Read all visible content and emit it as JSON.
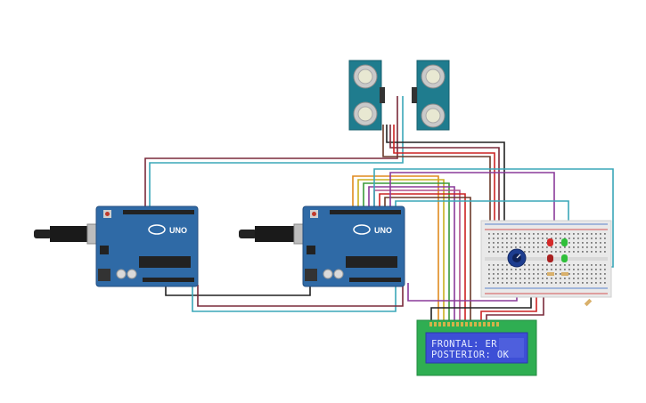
{
  "arduino_label": "UNO",
  "lcd": {
    "line1": "FRONTAL: ER",
    "line2": "POSTERIOR: OK"
  },
  "colors": {
    "board": "#2f6aa6",
    "board_dark": "#244f80",
    "sensor": "#1f7c8e",
    "breadboard": "#e9e9e9",
    "lcd_pcb": "#2fae52",
    "lcd_screen": "#3d4fd6",
    "wire_black": "#222222",
    "wire_teal": "#3aa7b8",
    "wire_maroon": "#7a2a3a",
    "wire_red": "#cc2222",
    "wire_orange": "#e08a1e",
    "wire_yellow": "#c9b020",
    "wire_green": "#3a9a3a",
    "wire_purple": "#8a3a9a",
    "wire_pink": "#b0528a",
    "led_red": "#d42a2a",
    "led_green": "#2fbf3a"
  }
}
